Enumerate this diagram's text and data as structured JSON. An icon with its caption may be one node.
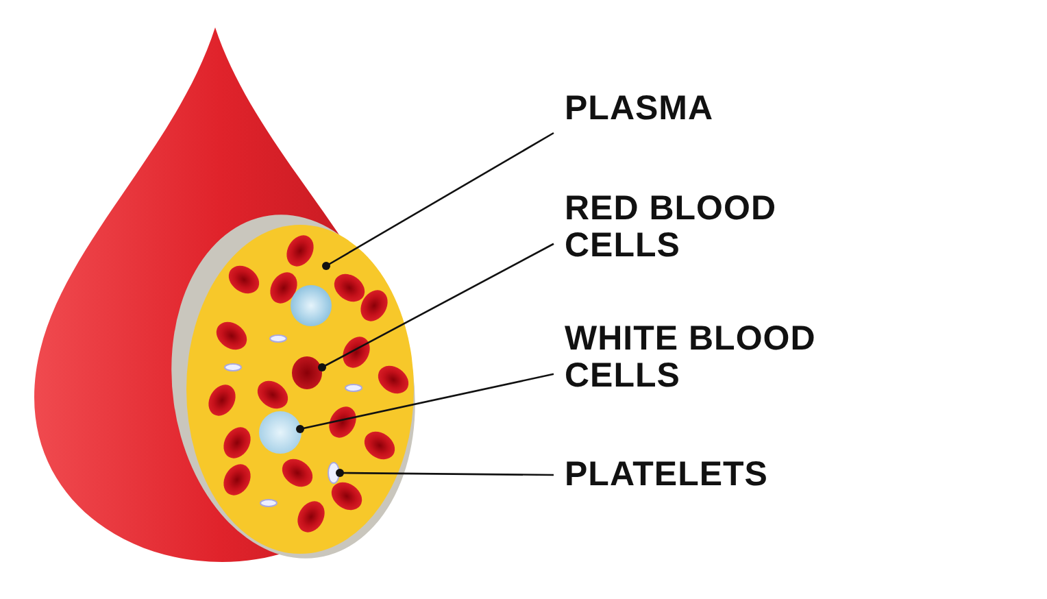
{
  "diagram": {
    "nodes": [
      {
        "text": [
          "PLASMA"
        ]
      },
      {
        "text": [
          "RED BLOOD CELLS"
        ]
      },
      {
        "text": [
          "WHITE BLOOD CELLS"
        ]
      },
      {
        "text": [
          "PLATELETS"
        ]
      },
      {
        "text": [],
        "shape": "ellipse"
      },
      {
        "text": [],
        "shape": "ellipse",
        "in": 4
      },
      {
        "text": [],
        "shape": "circle",
        "in": 4
      },
      {
        "text": [],
        "shape": "ellipse",
        "in": 4
      }
    ],
    "edges": [
      {
        "from": 0,
        "to": 4,
        "arrow": "other"
      },
      {
        "from": 1,
        "to": 5,
        "arrow": "other"
      },
      {
        "from": 2,
        "to": 6,
        "arrow": "other"
      },
      {
        "from": 3,
        "to": 7,
        "arrow": "other"
      }
    ]
  }
}
